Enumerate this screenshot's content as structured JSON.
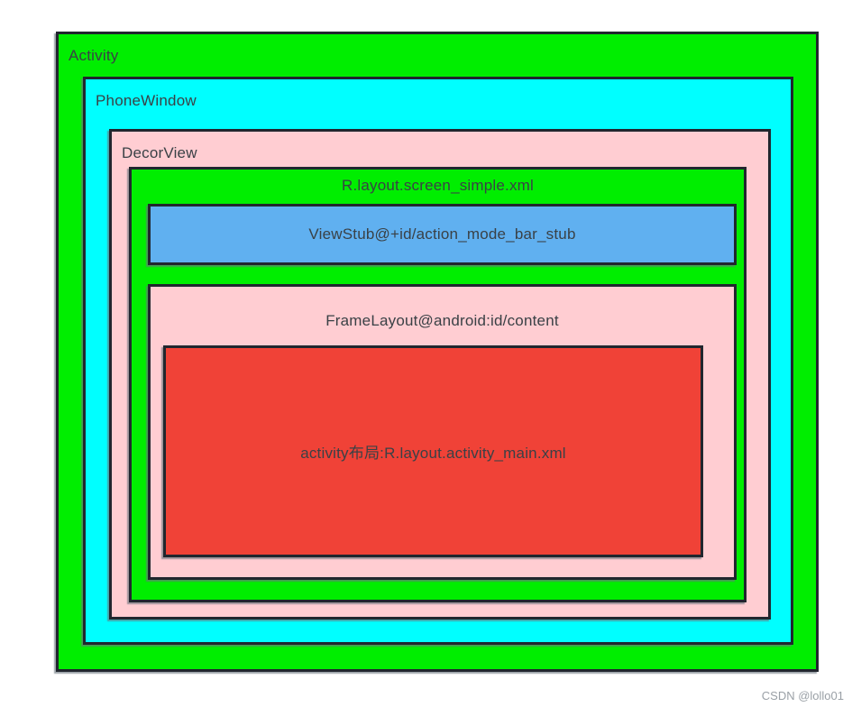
{
  "diagram": {
    "title_hint": "Android Activity view hierarchy nesting diagram",
    "nodes": {
      "activity": {
        "label": "Activity",
        "fill": "#00ee00"
      },
      "phone_window": {
        "label": "PhoneWindow",
        "fill": "#00ffff"
      },
      "decor_view": {
        "label": "DecorView",
        "fill": "#ffcdd2"
      },
      "screen_simple": {
        "label": "R.layout.screen_simple.xml",
        "fill": "#00ee00"
      },
      "view_stub": {
        "label": "ViewStub@+id/action_mode_bar_stub",
        "fill": "#60b0f0"
      },
      "content_frame": {
        "label": "FrameLayout@android:id/content",
        "fill": "#ffcdd2"
      },
      "activity_main": {
        "label": "activity布局:R.layout.activity_main.xml",
        "fill": "#f04237"
      }
    },
    "border_color": "#21262e",
    "text_color": "#3a4146"
  },
  "watermark": {
    "text": "CSDN @lollo01",
    "color": "#9aa0a6"
  }
}
